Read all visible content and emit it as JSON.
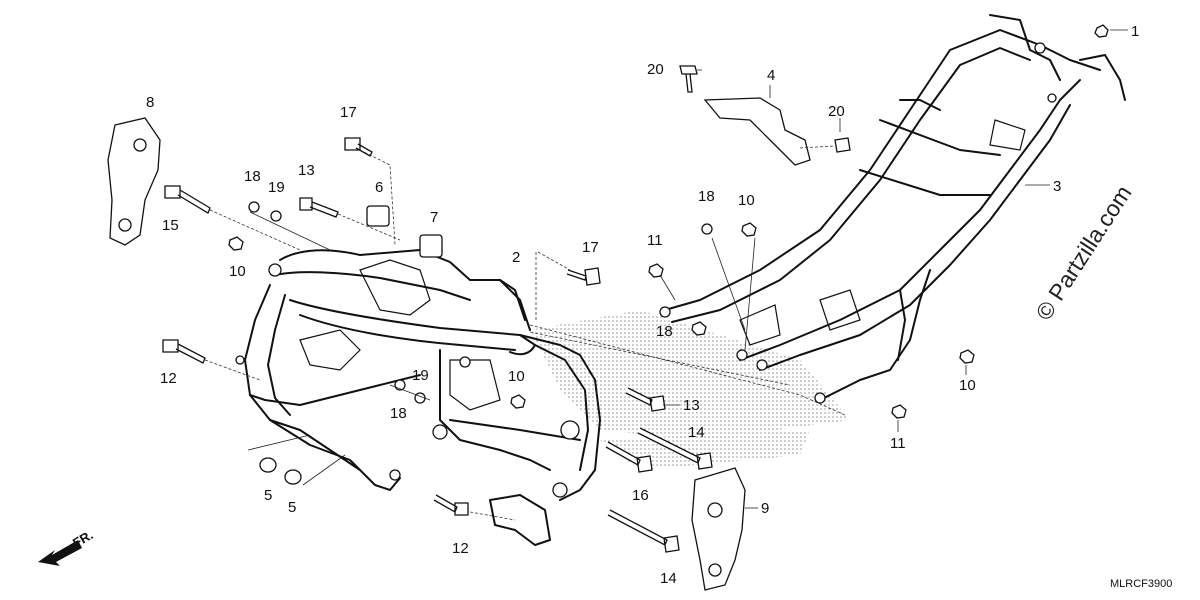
{
  "diagram": {
    "labels": [
      "1",
      "2",
      "3",
      "4",
      "5",
      "5",
      "6",
      "7",
      "8",
      "9",
      "10",
      "10",
      "10",
      "10",
      "11",
      "11",
      "12",
      "12",
      "13",
      "13",
      "14",
      "14",
      "15",
      "16",
      "17",
      "17",
      "18",
      "18",
      "18",
      "19",
      "19",
      "20",
      "20"
    ],
    "code": "MLRCF3900",
    "direction_label": "FR.",
    "watermark": "© Partzilla.com"
  }
}
